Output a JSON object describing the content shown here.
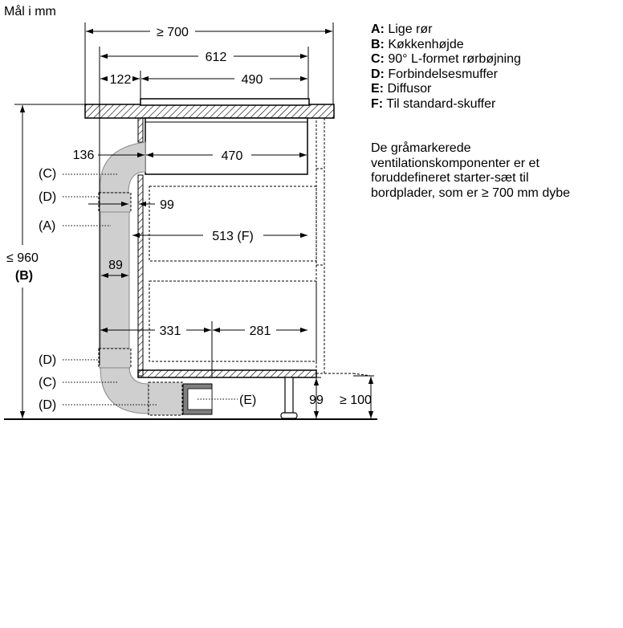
{
  "units_label": "Mål i mm",
  "legend": [
    {
      "key": "A:",
      "text": "Lige rør"
    },
    {
      "key": "B:",
      "text": "Køkkenhøjde"
    },
    {
      "key": "C:",
      "text": "90° L-formet rørbøjning"
    },
    {
      "key": "D:",
      "text": "Forbindelsesmuffer"
    },
    {
      "key": "E:",
      "text": "Diffusor"
    },
    {
      "key": "F:",
      "text": "Til standard-skuffer"
    }
  ],
  "note": {
    "line1": "De gråmarkerede",
    "line2": "ventilationskomponenter er et",
    "line3": "foruddefineret starter-sæt til",
    "line4": "bordplader, som er ≥ 700 mm dybe"
  },
  "dimensions": {
    "d700": "≥ 700",
    "d612": "612",
    "d122": "122",
    "d490": "490",
    "d136": "136",
    "d470": "470",
    "d99a": "99",
    "d513": "513",
    "d89": "89",
    "d331": "331",
    "d281": "281",
    "d99b": "99",
    "d100": "≥ 100",
    "d960": "≤ 960",
    "labelB": "(B)",
    "labelF": "(F)"
  },
  "callouts": {
    "c_top": "(C)",
    "d_top": "(D)",
    "a": "(A)",
    "d_mid": "(D)",
    "c_bot": "(C)",
    "d_bot": "(D)",
    "e": "(E)"
  },
  "colors": {
    "duct_fill": "#cfcfcf",
    "duct_dark": "#8a8a8a",
    "diffusor_fill": "#7f7f7f",
    "line": "#000000"
  }
}
